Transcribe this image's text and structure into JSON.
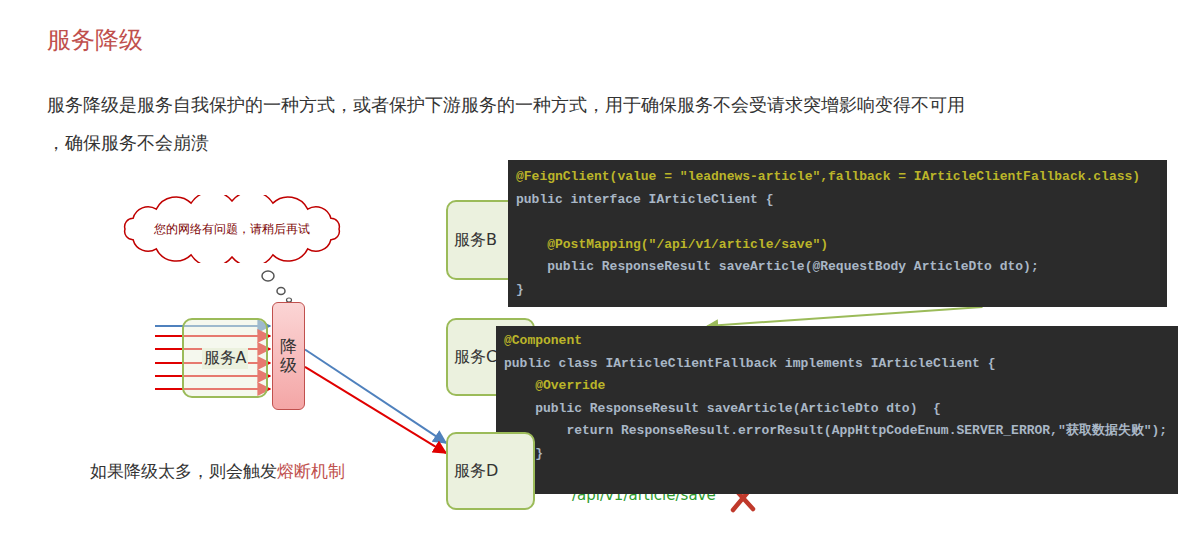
{
  "diagram": {
    "title": "服务降级",
    "nodes": [
      {
        "text": [
          "服务B"
        ]
      },
      {
        "text": [
          "@FeignClient(value = \"leadnews-article\",fallback = IArticleClientFallback.class)",
          "public interface IArticleClient {",
          "    @PostMapping(\"/api/v1/article/save\")",
          "    public ResponseResult saveArticle(@RequestBody ArticleDto dto);",
          "}"
        ]
      },
      {
        "text": [
          "您的网络有问题，请稍后再试"
        ]
      },
      {
        "text": [
          "服务A"
        ]
      },
      {
        "text": [
          "降级"
        ]
      },
      {
        "text": [
          "服务C"
        ]
      },
      {
        "text": [
          "@Component",
          "public class IArticleClientFallback implements IArticleClient {",
          "    @Override",
          "    public ResponseResult saveArticle(ArticleDto dto)  {",
          "        return ResponseResult.errorResult(AppHttpCodeEnum.SERVER_ERROR,\"获取数据失败\");",
          "    }",
          "}"
        ]
      },
      {
        "text": [
          "服务D"
        ]
      }
    ],
    "edges": [
      {
        "from": 4,
        "to": 7,
        "arrow": "to"
      },
      {
        "from": 4,
        "to": 7,
        "arrow": "to"
      },
      {
        "from": 1,
        "to": 6,
        "arrow": "to"
      }
    ],
    "labels": [
      "服务降级是服务自我保护的一种方式，或者保护下游服务的一种方式，用于确保服务不会受请求突增影响变得不可用",
      "，确保服务不会崩溃",
      "如果降级太多，则会触发",
      "熔断机制",
      "/api/v1/article/save"
    ]
  }
}
